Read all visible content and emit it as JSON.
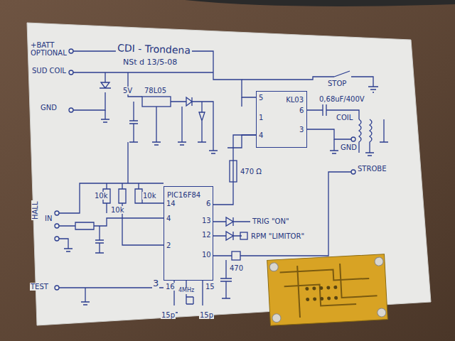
{
  "diagram": {
    "title": "CDI - Trondena",
    "nodes": [
      {
        "text": [
          "KL03"
        ]
      },
      {
        "text": [
          "PIC16F84"
        ]
      }
    ],
    "edges": [
      {
        "from": 1,
        "to": 0,
        "arrow": "none"
      }
    ],
    "labels": [
      "+BATT OPTIONAL",
      "SUD COIL",
      "GND",
      "5V",
      "78L05",
      "STOP",
      "0,68uF/400V",
      "COIL",
      "GND",
      "470 Ω",
      "STROBE",
      "TRIG \"ON\"",
      "RPM \"LIMITOR\"",
      "HALL",
      "IN",
      "TEST",
      "470",
      "10k",
      "10k",
      "10k",
      "14",
      "4",
      "2",
      "3",
      "6",
      "13",
      "12",
      "10",
      "16",
      "4MHz",
      "15",
      "15p",
      "15p",
      "5",
      "1",
      "4",
      "6",
      "3",
      "NSt d 13/5-08"
    ]
  }
}
